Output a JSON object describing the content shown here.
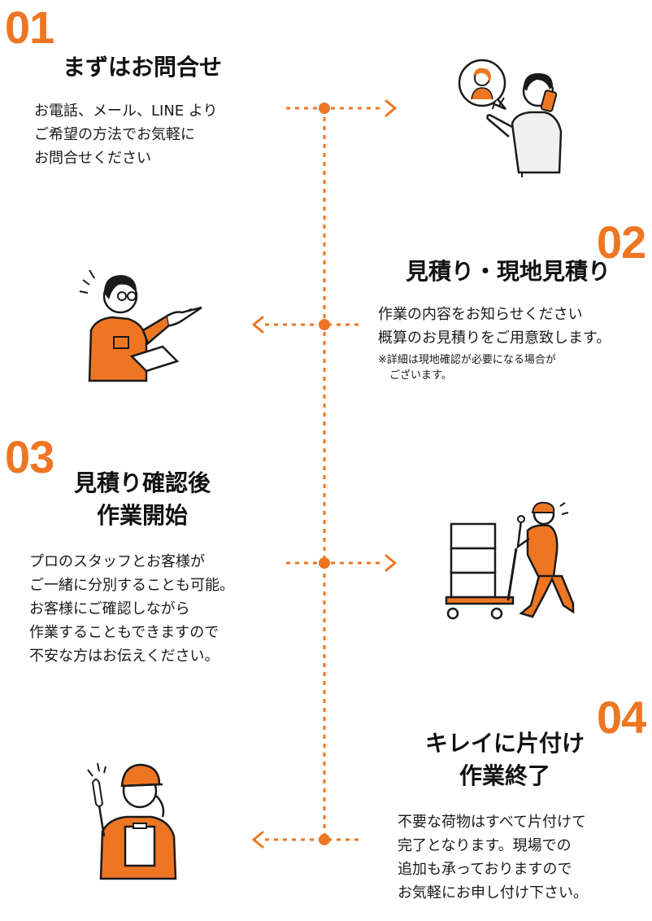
{
  "accent_color": "#ee7623",
  "steps": [
    {
      "number": "01",
      "title": [
        "まずはお問合せ"
      ],
      "body": [
        "お電話、メール、LINE より",
        "ご希望の方法でお気軽に",
        "お問合せください"
      ]
    },
    {
      "number": "02",
      "title": [
        "見積り・現地見積り"
      ],
      "body": [
        "作業の内容をお知らせください",
        "概算のお見積りをご用意致します。"
      ],
      "note": [
        "※詳細は現地確認が必要になる場合が",
        "ございます。"
      ]
    },
    {
      "number": "03",
      "title": [
        "見積り確認後",
        "作業開始"
      ],
      "body": [
        "プロのスタッフとお客様が",
        "ご一緒に分別することも可能。",
        "お客様にご確認しながら",
        "作業することもできますので",
        "不安な方はお伝えください。"
      ]
    },
    {
      "number": "04",
      "title": [
        "キレイに片付け",
        "作業終了"
      ],
      "body": [
        "不要な荷物はすべて片付けて",
        "完了となります。現場での",
        "追加も承っておりますので",
        "お気軽にお申し付け下さい。"
      ]
    }
  ],
  "icons": [
    "phone-call-illustration",
    "pointing-inspector-illustration",
    "cart-mover-illustration",
    "clipboard-worker-illustration"
  ]
}
